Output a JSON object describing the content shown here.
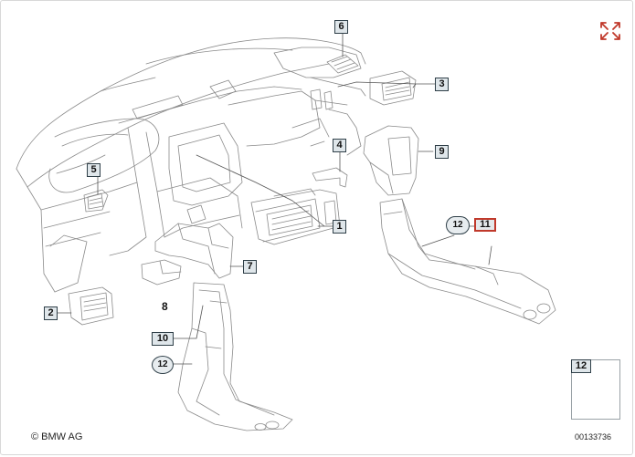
{
  "callouts": {
    "c1": "1",
    "c2": "2",
    "c3": "3",
    "c4": "4",
    "c5": "5",
    "c6": "6",
    "c7": "7",
    "c8": "8",
    "c9": "9",
    "c10": "10",
    "c11": "11",
    "c12a": "12",
    "c12b": "12",
    "c12c": "12"
  },
  "footer": {
    "copyright": "© BMW AG",
    "reference_number": "00133736"
  },
  "colors": {
    "line": "#7a7a7a",
    "callout_border": "#2f3f48",
    "callout_fill": "#dfe6ea",
    "highlight_border": "#c0392b",
    "expand_icon": "#c0392b"
  },
  "icons": {
    "expand": "expand-arrows-icon"
  }
}
